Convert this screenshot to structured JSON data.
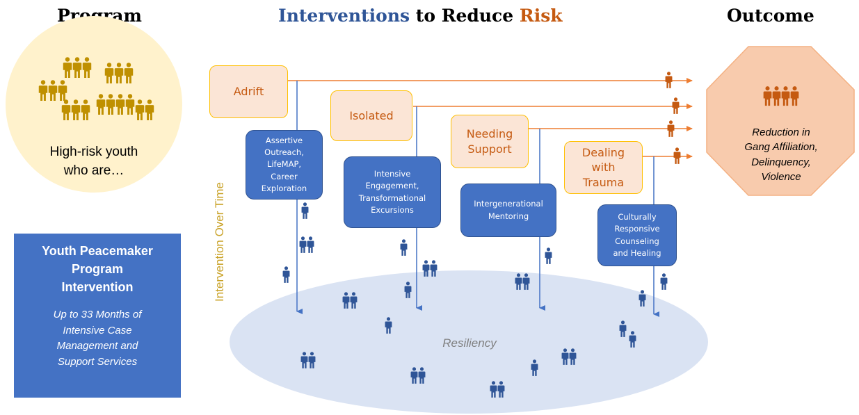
{
  "headers": {
    "program": "Program",
    "interventions": "Interventions",
    "to_reduce": "to Reduce",
    "risk": "Risk",
    "outcome": "Outcome"
  },
  "program_circle": {
    "line1": "High-risk youth",
    "line2": "who are…"
  },
  "program_box": {
    "title_line1": "Youth Peacemaker",
    "title_line2": "Program",
    "title_line3": "Intervention",
    "sub_line1": "Up to 33 Months of",
    "sub_line2": "Intensive Case",
    "sub_line3": "Management and",
    "sub_line4": "Support Services"
  },
  "axis_label": "Intervention Over Time",
  "risks": [
    {
      "line1": "Adrift"
    },
    {
      "line1": "Isolated"
    },
    {
      "line1": "Needing",
      "line2": "Support"
    },
    {
      "line1": "Dealing",
      "line2": "with",
      "line3": "Trauma"
    }
  ],
  "interventions": [
    {
      "line1": "Assertive",
      "line2": "Outreach,",
      "line3": "LifeMAP,",
      "line4": "Career",
      "line5": "Exploration"
    },
    {
      "line1": "Intensive",
      "line2": "Engagement,",
      "line3": "Transformational",
      "line4": "Excursions"
    },
    {
      "line1": "Intergenerational",
      "line2": "Mentoring"
    },
    {
      "line1": "Culturally",
      "line2": "Responsive",
      "line3": "Counseling",
      "line4": "and Healing"
    }
  ],
  "resiliency": "Resiliency",
  "outcome": {
    "line1": "Reduction in",
    "line2": "Gang Affiliation,",
    "line3": "Delinquency,",
    "line4": "Violence"
  },
  "colors": {
    "blue": "#4472c4",
    "dark_blue": "#2f5597",
    "orange": "#c55a11",
    "gold": "#c9a227",
    "peach": "#fbe5d6",
    "yellow_border": "#ffc000"
  }
}
